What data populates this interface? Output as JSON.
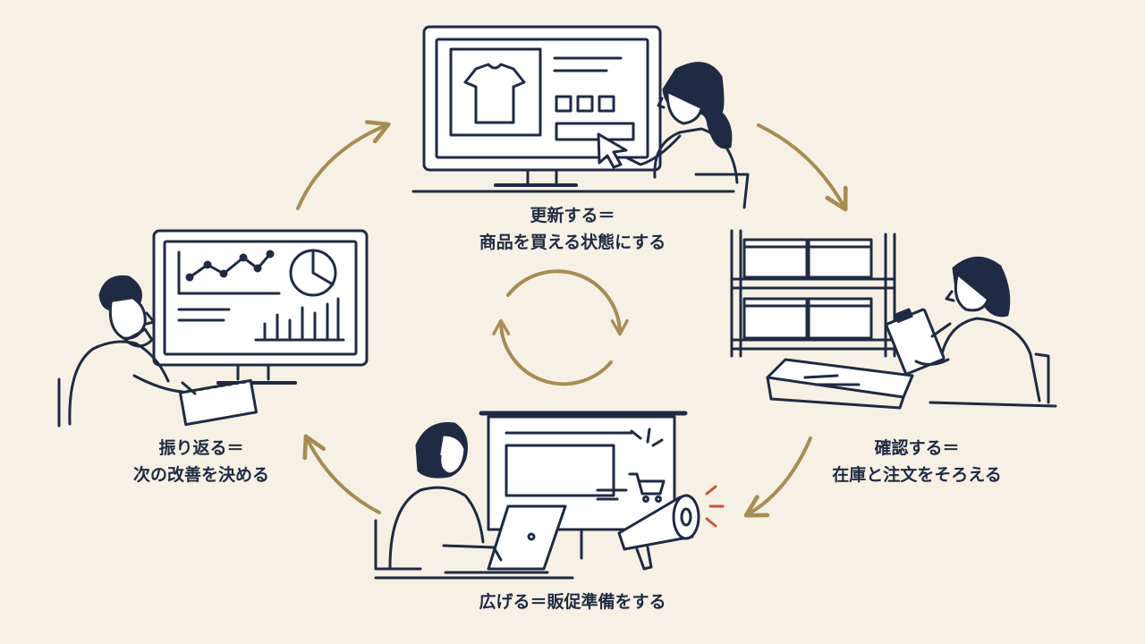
{
  "steps": {
    "update": {
      "line1": "更新する＝",
      "line2": "商品を買える状態にする"
    },
    "check": {
      "line1": "確認する＝",
      "line2": "在庫と注文をそろえる"
    },
    "spread": {
      "line1": "広げる＝販促準備をする"
    },
    "review": {
      "line1": "振り返る＝",
      "line2": "次の改善を決める"
    }
  },
  "colors": {
    "background": "#f6f1e4",
    "ink": "#1f2a44",
    "arrow": "#a88c50",
    "accent": "#c8553d",
    "paper": "#ffffff"
  },
  "icons": {
    "update": "monitor-tshirt-icon",
    "check": "warehouse-shelf-icon",
    "spread": "megaphone-screen-icon",
    "review": "analytics-monitor-icon",
    "center": "cycle-arrows-icon"
  }
}
